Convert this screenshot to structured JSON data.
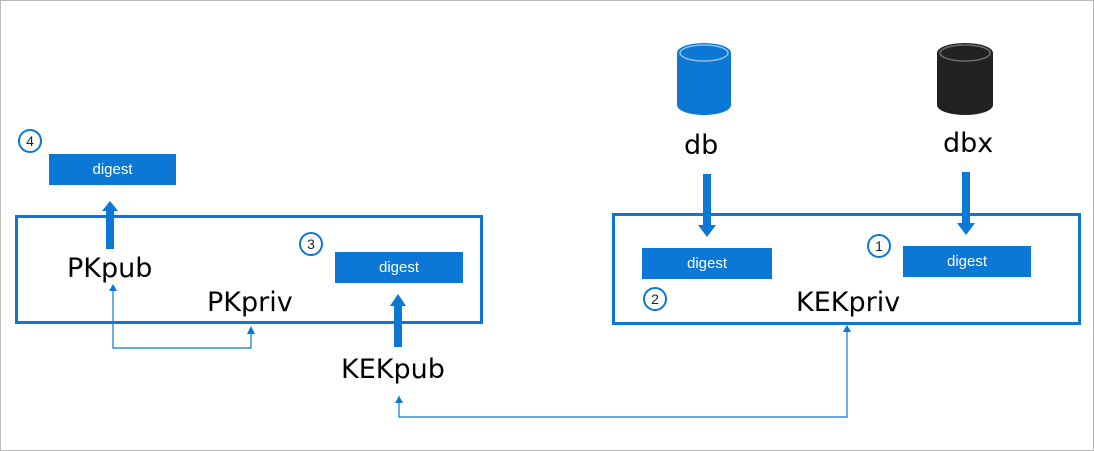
{
  "colors": {
    "accent": "#0a78d4",
    "dbx_fill": "#222222",
    "frame_border": "#b9b9b9"
  },
  "left_box": {
    "step_label": "4",
    "top_digest": "digest",
    "inner_step_label": "3",
    "inner_digest": "digest",
    "pk_pub": "PKpub",
    "pk_priv": "PKpriv"
  },
  "kek_pub": "KEKpub",
  "right_box": {
    "db_label": "db",
    "dbx_label": "dbx",
    "db_digest": "digest",
    "db_step_label": "2",
    "dbx_digest": "digest",
    "dbx_step_label": "1",
    "kek_priv": "KEKpriv"
  },
  "icons": [
    "database-icon",
    "database-icon-dark"
  ]
}
